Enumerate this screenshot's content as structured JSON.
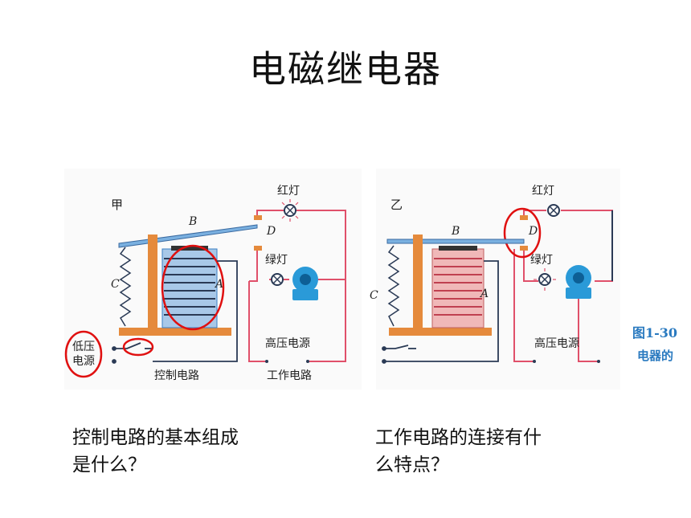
{
  "slide": {
    "title": "电磁继电器",
    "question_left": "控制电路的基本组成\n是什么？",
    "question_right": "工作电路的连接有什\n么特点？"
  },
  "diagram": {
    "left": {
      "label": "甲",
      "red_lamp": "红灯",
      "green_lamp": "绿灯",
      "letter_b": "B",
      "letter_c": "C",
      "letter_d": "D",
      "letter_a": "A",
      "low_voltage_1": "低压",
      "low_voltage_2": "电源",
      "high_voltage": "高压电源",
      "control_circuit": "控制电路",
      "working_circuit": "工作电路"
    },
    "right": {
      "label": "乙",
      "red_lamp": "红灯",
      "green_lamp": "绿灯",
      "letter_b": "B",
      "letter_c": "C",
      "letter_d": "D",
      "letter_a": "A",
      "high_voltage": "高压电源"
    },
    "caption_1": "图1-30",
    "caption_2": "电器的",
    "colors": {
      "circuit_red": "#e0506a",
      "wire_dark": "#2a3a55",
      "base_orange": "#e58a3c",
      "coil_blue": "#3a7fc4",
      "motor_blue": "#2a9ad8",
      "annotation_red": "#e01010",
      "caption_blue": "#2a7ac0"
    }
  }
}
